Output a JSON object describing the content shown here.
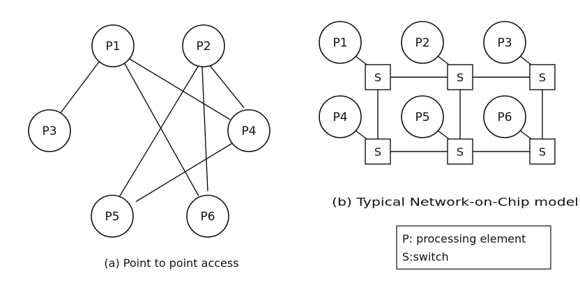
{
  "diagram_a": {
    "caption": "(a) Point to point access",
    "nodes": [
      "P1",
      "P2",
      "P3",
      "P4",
      "P5",
      "P6"
    ],
    "links": [
      [
        "P1",
        "P3"
      ],
      [
        "P1",
        "P4"
      ],
      [
        "P1",
        "P6"
      ],
      [
        "P2",
        "P4"
      ],
      [
        "P2",
        "P5"
      ],
      [
        "P2",
        "P6"
      ],
      [
        "P4",
        "P5"
      ]
    ]
  },
  "diagram_b": {
    "caption": "(b) Typical Network-on-Chip model",
    "processors": [
      "P1",
      "P2",
      "P3",
      "P4",
      "P5",
      "P6"
    ],
    "switch_label": "S",
    "switch_count": 6
  },
  "legend": {
    "line1": "P: processing element",
    "line2": "S:switch"
  }
}
